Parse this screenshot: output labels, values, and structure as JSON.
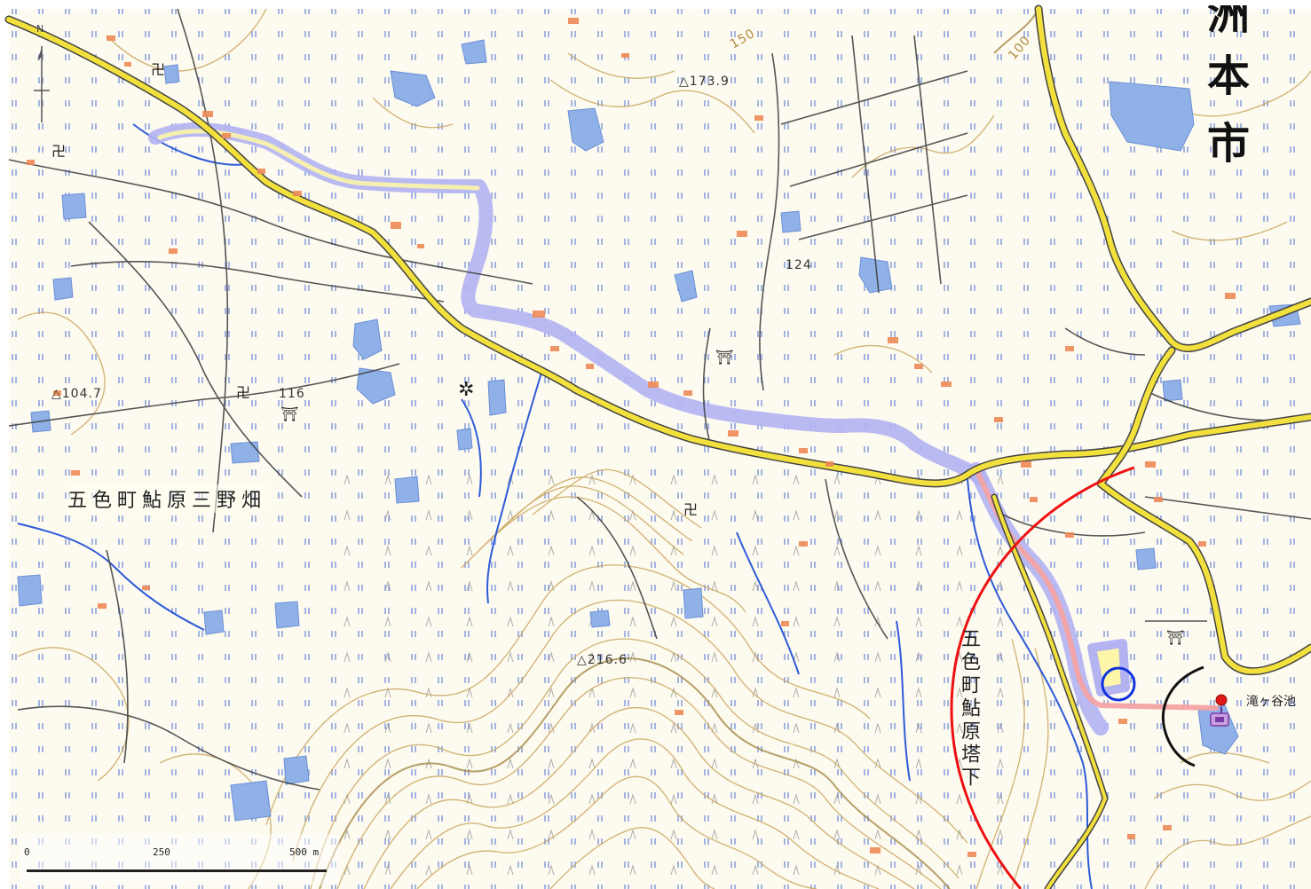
{
  "map": {
    "area_labels": {
      "city_top_right": [
        "洲",
        "本",
        "市"
      ],
      "settlement_main": "五色町鮎原三野畑",
      "settlement_vertical": "五色町鮎原塔下"
    },
    "spot_heights": [
      "△173.9",
      "124",
      "△104.7",
      "116",
      "△216.6"
    ],
    "water_feature_label": "滝ヶ谷池",
    "contour_labels": [
      "150",
      "100"
    ],
    "north_arrow_letter": "N",
    "scale_bar": {
      "labels": [
        "0",
        "250",
        "500 m"
      ]
    },
    "annotations": {
      "red_arc_color": "#ee1111",
      "blue_circle_color": "#1133dd",
      "black_arc_color": "#111111",
      "marker_color": "#e01818"
    },
    "colors": {
      "background": "#fdfaf0",
      "contour": "#c9a55a",
      "road_major": "#f2e13c",
      "road_minor": "#444444",
      "water": "#8fb1e8",
      "flood_zone": "#b3b3f2",
      "river": "#2f5bd8",
      "building": "#ee8a55"
    }
  }
}
